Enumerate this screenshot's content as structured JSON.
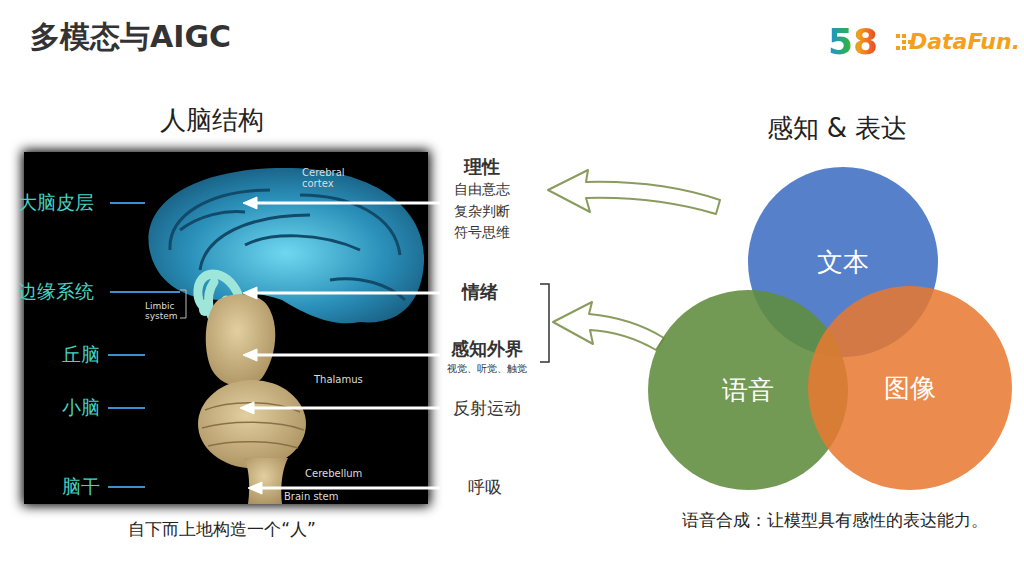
{
  "diagram": {
    "title": "多模态与AIGC",
    "nodes": [
      {
        "text": [
          "文本"
        ]
      },
      {
        "text": [
          "语音"
        ]
      },
      {
        "text": [
          "图像"
        ]
      }
    ],
    "labels": [
      "58",
      "DataFun.",
      "人脑结构",
      "大脑皮层",
      "边缘系统",
      "丘脑",
      "小脑",
      "脑干",
      "Cerebral cortex",
      "Limbic system",
      "Thalamus",
      "Cerebellum",
      "Brain stem",
      "理性",
      "自由意志",
      "复杂判断",
      "符号思维",
      "情绪",
      "感知外界",
      "视觉、听觉、触觉",
      "反射运动",
      "呼吸",
      "自下而上地构造一个“人”",
      "感知 & 表达",
      "语音合成：让模型具有感性的表达能力。"
    ]
  }
}
